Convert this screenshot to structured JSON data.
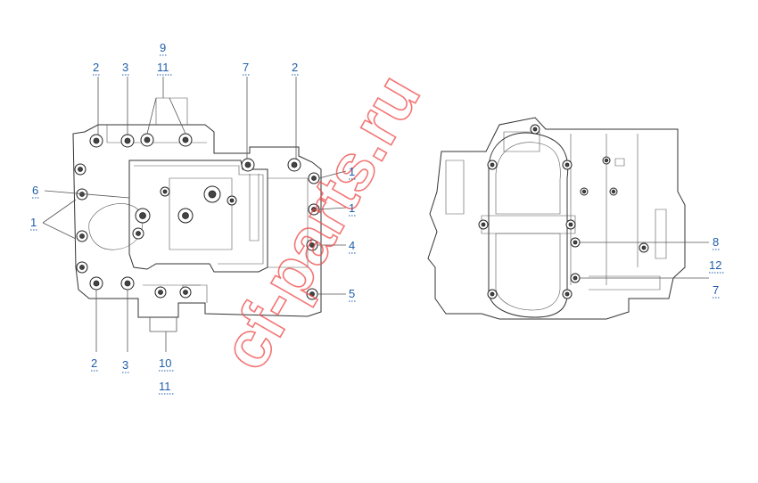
{
  "watermark": "cf-parts.ru",
  "accent_color": "#1f5fa8",
  "watermark_color": "#f04848",
  "callouts": {
    "left_top_2": "2",
    "left_top_3": "3",
    "left_top_9": "9",
    "left_top_11": "11",
    "left_top_7": "7",
    "left_top_2b": "2",
    "left_side_6": "6",
    "left_side_1": "1",
    "right_1a": "1",
    "right_1b": "1",
    "right_4": "4",
    "right_5": "5",
    "bottom_2": "2",
    "bottom_3": "3",
    "bottom_10": "10",
    "bottom_11": "11",
    "far_8": "8",
    "far_12": "12",
    "far_7": "7"
  }
}
